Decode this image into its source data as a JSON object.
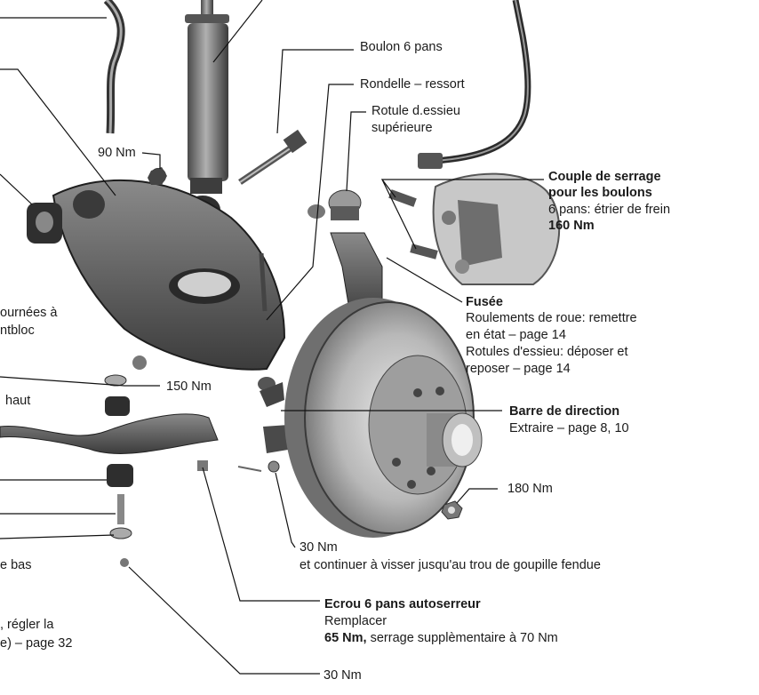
{
  "labels": {
    "boulon": "Boulon 6 pans",
    "rondelle": "Rondelle – ressort",
    "rotule_l1": "Rotule d.essieu",
    "rotule_l2": "supérieure",
    "nm90": "90 Nm",
    "couple_l1": "Couple de serrage",
    "couple_l2": "pour les boulons",
    "couple_l3": "6 pans:  étrier de frein",
    "couple_l4": "160 Nm",
    "fusee_title": "Fusée",
    "fusee_l1": "Roulements de roue: remettre",
    "fusee_l2": "en état – page 14",
    "fusee_l3": "Rotules d'essieu: déposer et",
    "fusee_l4": "reposer – page 14",
    "left_tournees": "ournées à",
    "left_ntbloc": "ntbloc",
    "nm150": "150 Nm",
    "left_haut": "haut",
    "barre_title": "Barre de direction",
    "barre_sub": "Extraire – page 8, 10",
    "nm180": "180 Nm",
    "left_bas": "e bas",
    "nm30a": "30 Nm",
    "nm30a_note": "et continuer à visser jusqu'au trou de goupille fendue",
    "ecrou_title": "Ecrou 6 pans autoserreur",
    "ecrou_l1": "Remplacer",
    "ecrou_l2_value": "65 Nm,",
    "ecrou_l2_rest": " serrage supplèmentaire à 70 Nm",
    "left_regler": ", régler la",
    "left_page32": "e) – page 32",
    "nm30b": "30 Nm"
  }
}
